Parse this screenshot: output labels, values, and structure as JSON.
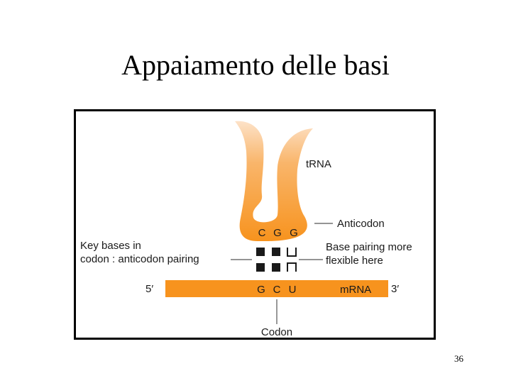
{
  "slide": {
    "title": "Appaiamento delle basi",
    "page_number": "36"
  },
  "diagram": {
    "trna_label": "tRNA",
    "anticodon_label": "Anticodon",
    "anticodon_bases": [
      "C",
      "G",
      "G"
    ],
    "key_bases_label": [
      "Key bases in",
      "codon : anticodon pairing"
    ],
    "flexible_label": [
      "Base pairing more",
      "flexible here"
    ],
    "five_prime": "5′",
    "three_prime": "3′",
    "codon_bases": [
      "G",
      "C",
      "U"
    ],
    "mrna_label": "mRNA",
    "codon_label": "Codon",
    "colors": {
      "orange": "#f7931e",
      "light_orange": "#fdd3a8",
      "dark": "#1a1a1a",
      "line": "#555555"
    }
  }
}
